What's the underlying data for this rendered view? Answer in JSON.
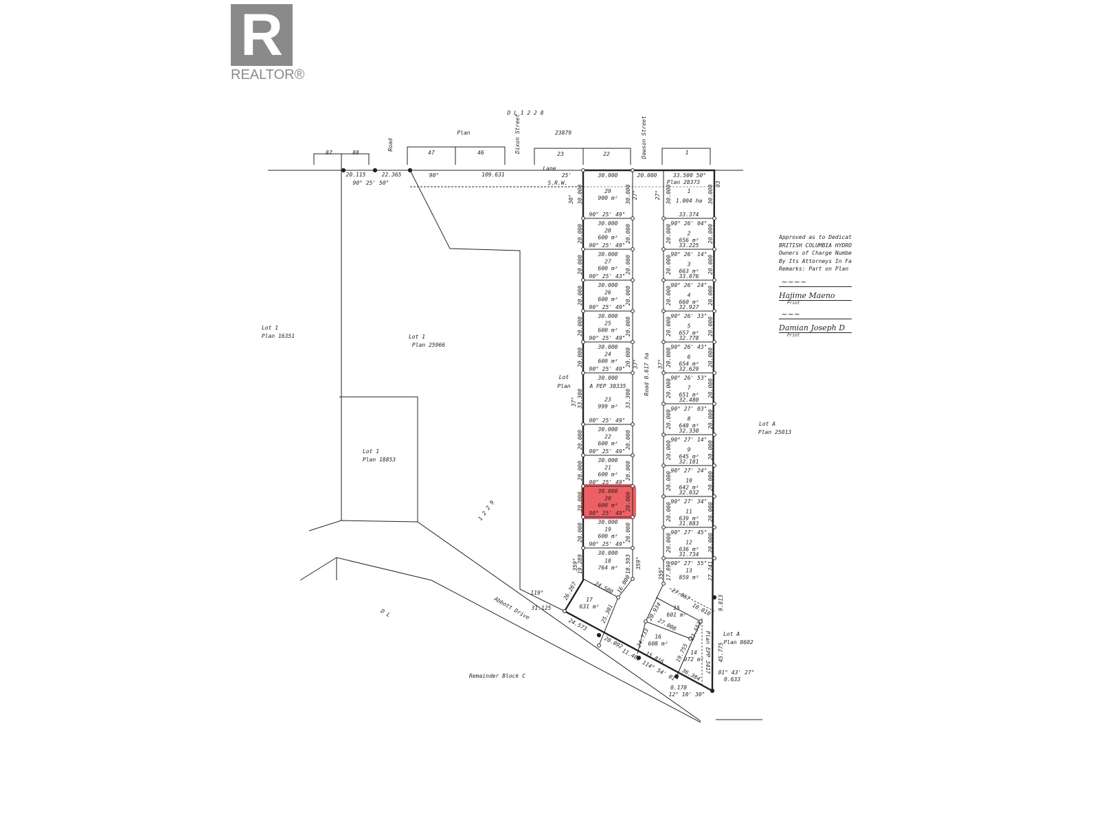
{
  "logo": {
    "text": "REALTOR®",
    "letter": "R",
    "color": "#8a8a8a"
  },
  "highlight": {
    "lot": "20",
    "color": "#e8383d"
  },
  "header": {
    "district": "D L   1 2 2 8",
    "plan_label": "Plan",
    "plan_number": "23879",
    "dixon": "Dixon Street",
    "dawson": "Dawson Street",
    "road": "Road",
    "lane": "Lane",
    "srw": "S.R.W.",
    "srw_width": "25'",
    "top_lots": [
      "87",
      "88",
      "47",
      "46",
      "23",
      "22",
      "1"
    ],
    "dims": {
      "a": "20.115",
      "b": "22.365",
      "c": "90°",
      "d": "109.631",
      "e": "90° 25' 50\"",
      "road_top": "20.000",
      "lot1_top": "33.500",
      "lot1_angle": "50°",
      "lot1_plan": "Plan 28373",
      "tr": "03"
    }
  },
  "left_lots": [
    {
      "n": "29",
      "area": "900 m²",
      "top": "30.000",
      "bearing": "90° 25' 49\"",
      "side": "30.000"
    },
    {
      "n": "28",
      "area": "600 m²",
      "top": "30.000",
      "bearing": "90° 25' 49\"",
      "side": "20.000"
    },
    {
      "n": "27",
      "area": "600 m²",
      "top": "30.000",
      "bearing": "90° 25' 43\"",
      "side": "20.000"
    },
    {
      "n": "26",
      "area": "600 m²",
      "top": "30.000",
      "bearing": "90° 25' 49\"",
      "side": "20.000"
    },
    {
      "n": "25",
      "area": "600 m²",
      "top": "30.000",
      "bearing": "90° 25' 49\"",
      "side": "20.000"
    },
    {
      "n": "24",
      "area": "600 m²",
      "top": "30.000",
      "bearing": "90° 25' 49\"",
      "side": "20.000"
    },
    {
      "n": "23",
      "area": "999 m²",
      "top": "30.000",
      "bearing": "90° 25' 49\"",
      "side": "33.300",
      "extra": "A   PEP 38335"
    },
    {
      "n": "22",
      "area": "600 m²",
      "top": "30.000",
      "bearing": "90° 25' 49\"",
      "side": "20.000"
    },
    {
      "n": "21",
      "area": "600 m²",
      "top": "30.000",
      "bearing": "90° 25' 49\"",
      "side": "20.000"
    },
    {
      "n": "20",
      "area": "600 m²",
      "top": "30.000",
      "bearing": "90° 25' 49\"",
      "side": "20.000"
    },
    {
      "n": "19",
      "area": "600 m²",
      "top": "30.000",
      "bearing": "90° 25' 49\"",
      "side": "20.000"
    },
    {
      "n": "18",
      "area": "764 m²",
      "top": "30.000",
      "bearing": "",
      "side": "19.289",
      "side_r": "18.593"
    }
  ],
  "right_lots": [
    {
      "n": "1",
      "area": "1.004 ha",
      "bottom": "33.374",
      "bearing": "",
      "side": "30.000"
    },
    {
      "n": "2",
      "area": "656 m²",
      "bottom": "33.225",
      "bearing": "90° 26' 04\"",
      "side": "20.000"
    },
    {
      "n": "3",
      "area": "663 m²",
      "bottom": "33.076",
      "bearing": "90° 26' 14\"",
      "side": "20.000"
    },
    {
      "n": "4",
      "area": "660 m²",
      "bottom": "32.927",
      "bearing": "90° 26' 24\"",
      "side": "20.000"
    },
    {
      "n": "5",
      "area": "657 m²",
      "bottom": "32.778",
      "bearing": "90° 26' 33\"",
      "side": "20.000"
    },
    {
      "n": "6",
      "area": "654 m²",
      "bottom": "32.629",
      "bearing": "90° 26' 43\"",
      "side": "20.000"
    },
    {
      "n": "7",
      "area": "651 m²",
      "bottom": "32.480",
      "bearing": "90° 26' 53\"",
      "side": "20.000"
    },
    {
      "n": "8",
      "area": "648 m²",
      "bottom": "32.330",
      "bearing": "90° 27' 03\"",
      "side": "20.000"
    },
    {
      "n": "9",
      "area": "645 m²",
      "bottom": "32.181",
      "bearing": "90° 27' 14\"",
      "side": "20.000"
    },
    {
      "n": "10",
      "area": "642 m²",
      "bottom": "32.032",
      "bearing": "90° 27' 24\"",
      "side": "20.000"
    },
    {
      "n": "11",
      "area": "639 m²",
      "bottom": "31.883",
      "bearing": "90° 27' 34\"",
      "side": "20.000"
    },
    {
      "n": "12",
      "area": "636 m²",
      "bottom": "31.734",
      "bearing": "90° 27' 45\"",
      "side": "20.000"
    },
    {
      "n": "13",
      "area": "859 m²",
      "bottom": "",
      "bearing": "90° 27' 55\"",
      "side": "17.890",
      "side_r": "27.241"
    }
  ],
  "lower_lots": [
    {
      "n": "17",
      "area": "631 m²"
    },
    {
      "n": "16",
      "area": "608 m²"
    },
    {
      "n": "15",
      "area": "601 m²"
    },
    {
      "n": "14",
      "area": "972 m²"
    }
  ],
  "labels": {
    "lot1_16351": [
      "Lot 1",
      "Plan 16351"
    ],
    "lot1_25966": [
      "Lot 1",
      "Plan 25966"
    ],
    "lot1_18853": [
      "Lot 1",
      "Plan 18853"
    ],
    "dl1229": "1 2 2 9",
    "lot_plan": [
      "Lot",
      "Plan"
    ],
    "road_area": "Road   0.617 ha",
    "lotA_25013": [
      "Lot A",
      "Plan 25013"
    ],
    "lotA_8602": [
      "Lot A",
      "Plan 8602"
    ],
    "abbott": "Abbott   Drive",
    "dl": "D   L",
    "remainder": "Remainder Block C",
    "angle_30": "30°",
    "angle_27": "27°",
    "angle_37": "37°",
    "angle_359": "359°",
    "a119": "119°",
    "d31125": "31.125",
    "d24573": "24.573",
    "d20092": "20.092",
    "d11489": "11.489",
    "d15816": "15.816",
    "d36384": "36.384",
    "b114": "114° 54' 01\"",
    "d0178": "0.178",
    "b12": "12° 10' 30\"",
    "b01": "01° 43' 27\"",
    "d0633": "0.633",
    "d9813": "9.813",
    "d45775": "45.775",
    "d26267": "26.267",
    "d24500": "24.500",
    "d16000": "16.000",
    "d25301": "25.301",
    "d20934": "20.934",
    "d27067": "27.067",
    "d10010": "10.010",
    "d24733": "24.733",
    "d27008": "27.008",
    "d23553": "23.553",
    "d19755": "19.755",
    "srw_plan": "Plan EPP 3417"
  },
  "approval": {
    "lines": [
      "Approved as to Dedicat",
      "BRITISH COLUMBIA HYDRO",
      "Owners of Charge Numbe",
      "By Its Attorneys In Fa",
      "Remarks: Part on Plan"
    ],
    "sig1": "Hajime Maeno",
    "sig2": "Damian Joseph D",
    "print": "Print"
  }
}
